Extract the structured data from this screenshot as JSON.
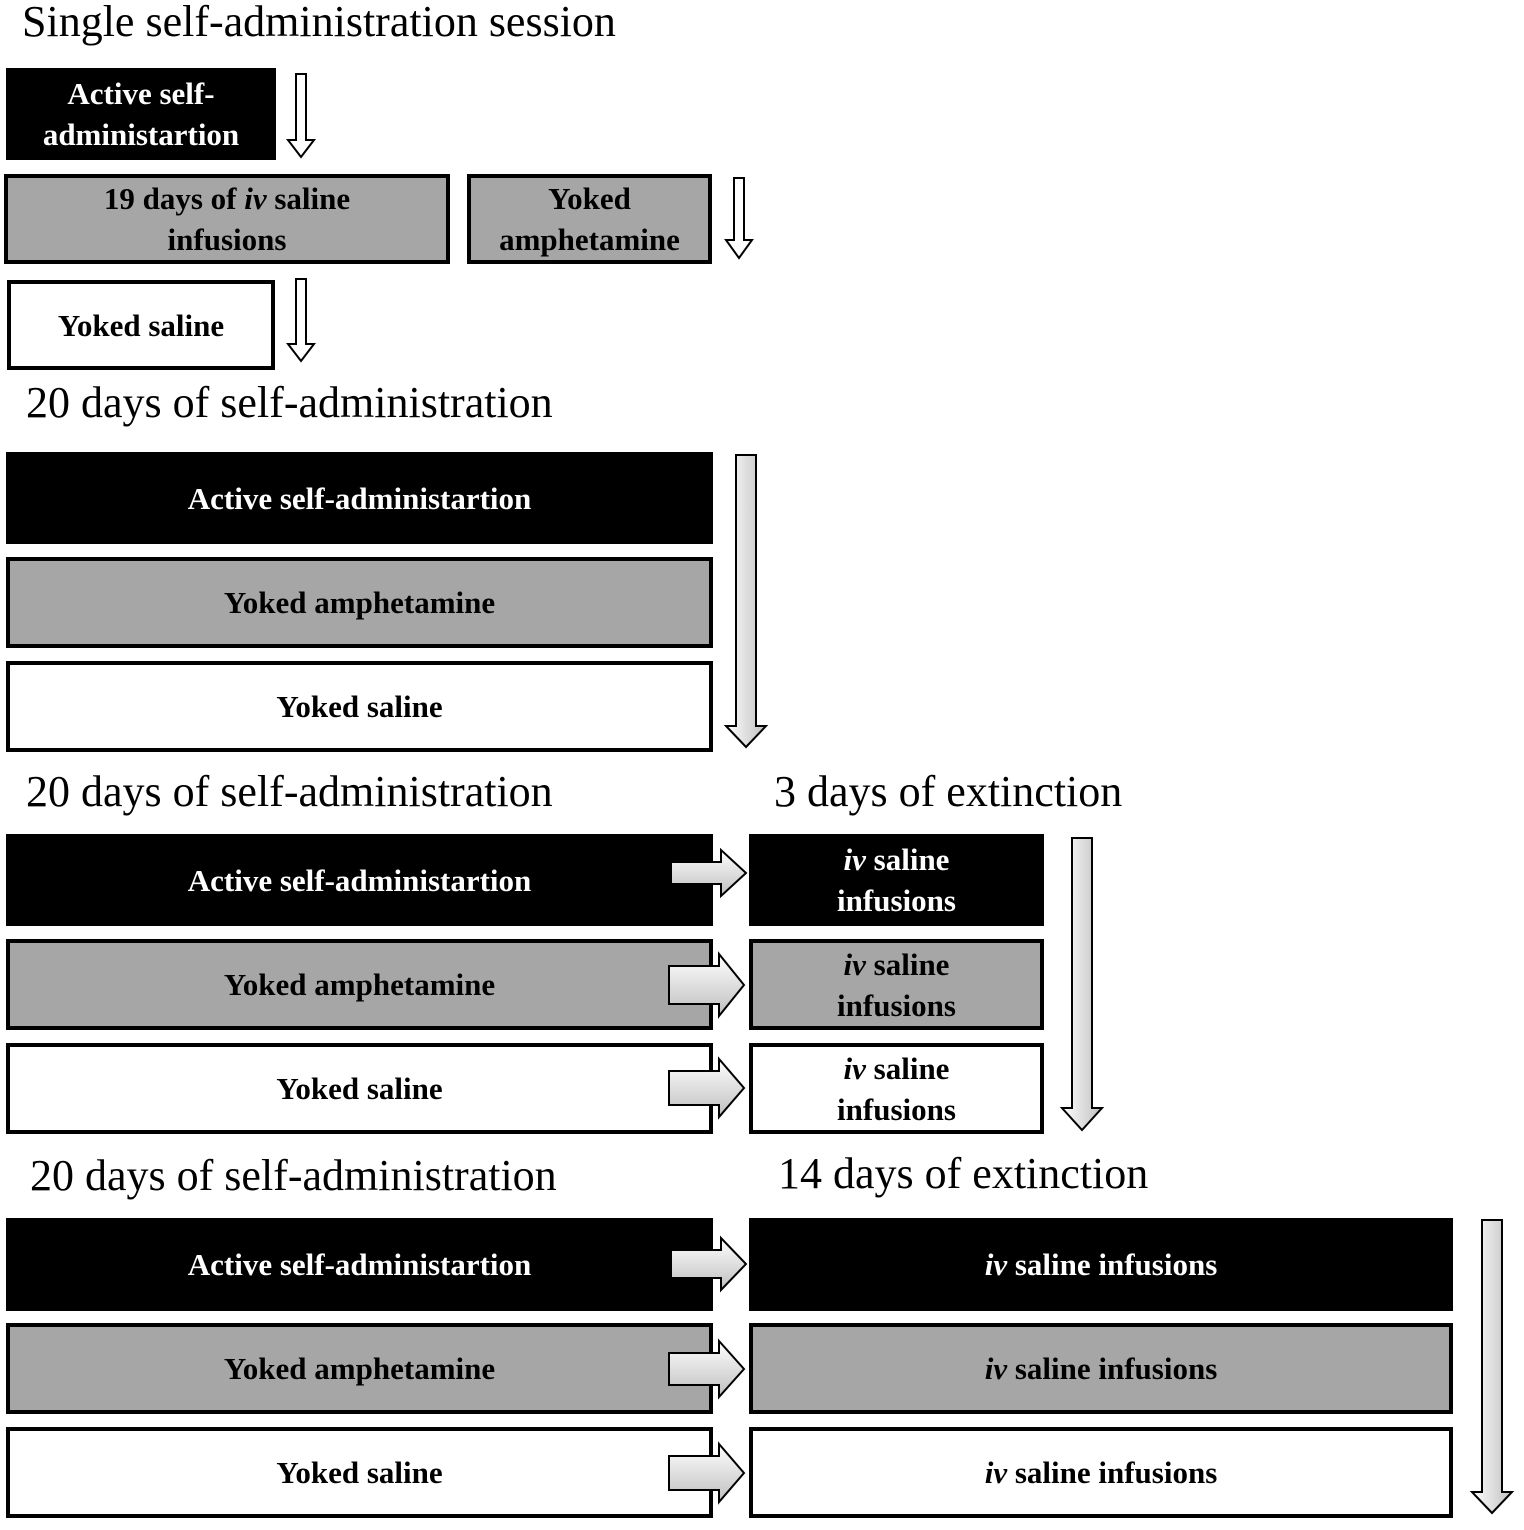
{
  "sections": [
    {
      "heading": "Single self-administration session",
      "boxes": {
        "active": [
          "Active self-",
          "administartion"
        ],
        "saline_days_pre": "19 days of ",
        "saline_days_iv": "iv",
        "saline_days_post": " saline",
        "saline_days_line2": "infusions",
        "yoked_amph": [
          "Yoked",
          "amphetamine"
        ],
        "yoked_saline": "Yoked saline"
      }
    },
    {
      "heading": "20 days of self-administration",
      "boxes": {
        "active": "Active self-administartion",
        "yoked_amph": "Yoked amphetamine",
        "yoked_saline": "Yoked saline"
      }
    },
    {
      "heading": "20 days of self-administration",
      "extinction_heading": "3 days of extinction",
      "boxes": {
        "active": "Active self-administartion",
        "yoked_amph": "Yoked amphetamine",
        "yoked_saline": "Yoked saline"
      },
      "extinction": {
        "iv": "iv",
        "rest": " saline",
        "line2": "infusions"
      }
    },
    {
      "heading": "20 days of self-administration",
      "extinction_heading": "14 days of extinction",
      "boxes": {
        "active": "Active self-administartion",
        "yoked_amph": "Yoked amphetamine",
        "yoked_saline": "Yoked saline"
      },
      "extinction": {
        "iv": "iv",
        "rest": " saline infusions"
      }
    }
  ],
  "colors": {
    "active": "#000000",
    "yoked_amph": "#a6a6a6",
    "yoked_saline": "#ffffff",
    "arrow_fill": "#d9d9d9"
  }
}
